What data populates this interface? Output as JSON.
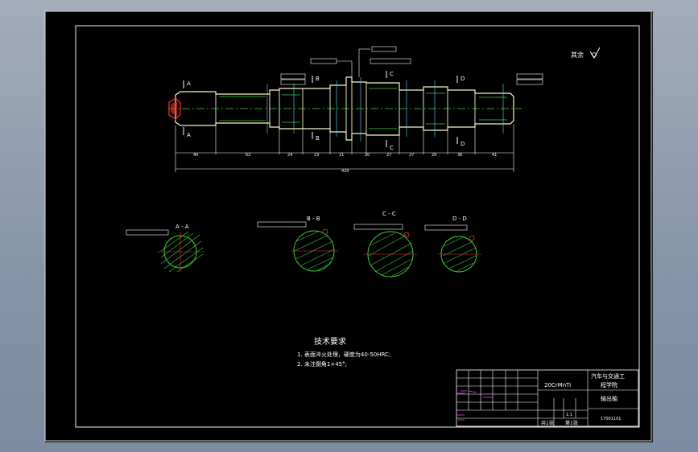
{
  "drawing": {
    "roughness_note": "其余",
    "sections": {
      "aa_label": "A - A",
      "bb_label": "B - B",
      "cc_label": "C - C",
      "dd_label": "D - D"
    },
    "view_markers": {
      "a_top": "A",
      "a_bottom": "A",
      "b_top": "B",
      "b_bottom": "B",
      "c_top": "C",
      "c_bottom": "C",
      "d_top": "D",
      "d_bottom": "D"
    },
    "dimensions": [
      "40",
      "62",
      "24",
      "23",
      "21",
      "20",
      "27",
      "27",
      "29",
      "36",
      "41"
    ],
    "overall_dimension": "420"
  },
  "tech_requirements": {
    "title": "技术要求",
    "items": [
      "1. 表面淬火处理，硬度为40-50HRC;",
      "2. 未注倒角1×45°;"
    ]
  },
  "title_block": {
    "material": "20CrMnTi",
    "school": [
      "汽车与交通工",
      "程学院"
    ],
    "part_name": "输出轴",
    "drawing_no": "17001101",
    "scale": "1:1",
    "sheet_total": "共1张",
    "sheet_index": "第1张"
  },
  "colors": {
    "background": "#000000",
    "outline": "#f6f6c8",
    "yellow": "#e9e95a",
    "green": "#39d23a",
    "red": "#ff2d2d",
    "white": "#ffffff",
    "magenta": "#ff3cff",
    "cyan": "#55e0ff"
  }
}
